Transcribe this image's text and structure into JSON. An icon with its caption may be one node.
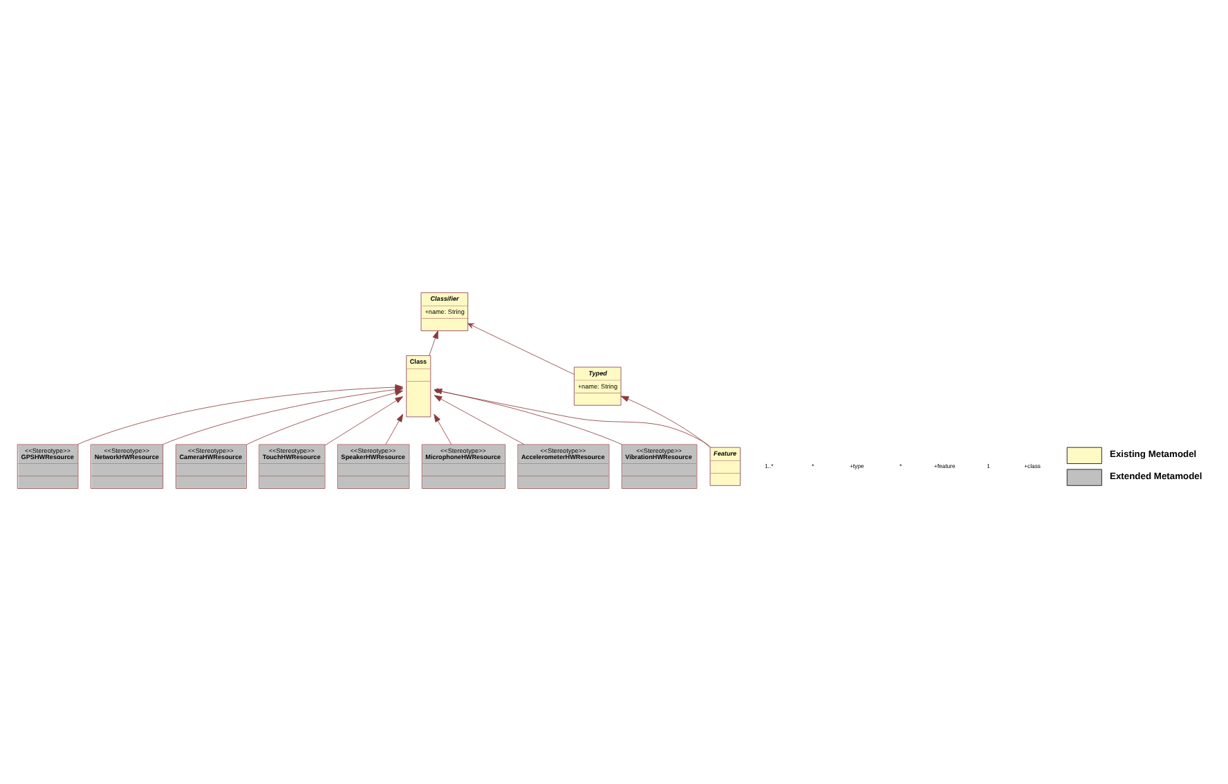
{
  "diagram": {
    "nodes": [
      {
        "text": [
          "<<Stereotype>>",
          "GPSHWResource"
        ]
      },
      {
        "text": [
          "Classifier",
          "+name: String"
        ]
      },
      {
        "text": [
          "Typed",
          "+name: String"
        ]
      },
      {
        "text": [
          "Feature"
        ]
      },
      {
        "text": [
          "<<Stereotype>>",
          "NetworkHWResource"
        ]
      },
      {
        "text": [
          "Class"
        ]
      },
      {
        "text": [
          "<<Stereotype>>",
          "CameraHWResource"
        ]
      },
      {
        "text": [
          "<<Stereotype>>",
          "TouchHWResource"
        ]
      },
      {
        "text": [
          "<<Stereotype>>",
          "SpeakerHWResource"
        ]
      },
      {
        "text": [
          "<<Stereotype>>",
          "MicrophoneHWResource"
        ]
      },
      {
        "text": [
          "<<Stereotype>>",
          "AccelerometerHWResource"
        ]
      },
      {
        "text": [
          "<<Stereotype>>",
          "VibrationHWResource"
        ]
      }
    ],
    "edges": [
      {
        "from": 2,
        "to": 1,
        "arrow": "to"
      },
      {
        "from": 3,
        "to": 2,
        "arrow": "to"
      },
      {
        "from": 5,
        "to": 1,
        "arrow": "to"
      },
      {
        "from": 3,
        "to": 5,
        "arrow": "other"
      },
      {
        "from": 0,
        "to": 5,
        "arrow": "to"
      },
      {
        "from": 4,
        "to": 5,
        "arrow": "to"
      },
      {
        "from": 6,
        "to": 5,
        "arrow": "to"
      },
      {
        "from": 7,
        "to": 5,
        "arrow": "to"
      },
      {
        "from": 8,
        "to": 5,
        "arrow": "to"
      },
      {
        "from": 9,
        "to": 5,
        "arrow": "to"
      },
      {
        "from": 10,
        "to": 5,
        "arrow": "to"
      },
      {
        "from": 11,
        "to": 5,
        "arrow": "to"
      }
    ],
    "labels": [
      "1..*",
      "*",
      "+type",
      "*",
      "+feature",
      "1",
      "+class"
    ],
    "legend": [
      {
        "text": "Existing Metamodel",
        "color": "#fff9c4"
      },
      {
        "text": "Extended Metamodel",
        "color": "#c0c0c0"
      }
    ]
  }
}
